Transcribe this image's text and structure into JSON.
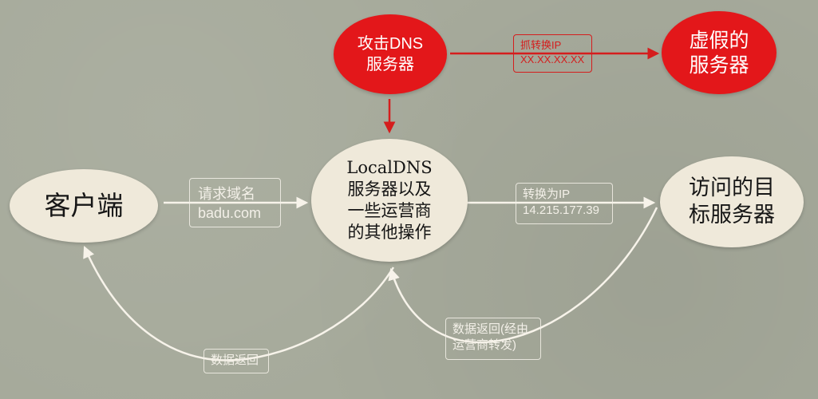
{
  "nodes": {
    "client": {
      "label": "客户端"
    },
    "local_dns": {
      "line1": "LocalDNS",
      "line2": "服务器以及",
      "line3": "一些运营商",
      "line4": "的其他操作"
    },
    "target_server": {
      "line1": "访问的目",
      "line2": "标服务器"
    },
    "attack_dns": {
      "line1": "攻击DNS",
      "line2": "服务器"
    },
    "fake_server": {
      "line1": "虚假的",
      "line2": "服务器"
    }
  },
  "labels": {
    "request_domain": {
      "line1": "请求域名",
      "line2": "badu.com"
    },
    "convert_ip": {
      "line1": "转换为IP",
      "line2": "14.215.177.39"
    },
    "data_return": {
      "line1": "数据返回"
    },
    "data_return_via": {
      "line1": "数据返回(经由",
      "line2": "运营商转发)"
    },
    "hijack_ip": {
      "line1": "抓转换IP",
      "line2": "XX.XX.XX.XX"
    }
  },
  "colors": {
    "background": "#a6aa9b",
    "node_fill": "#efe9da",
    "attack_fill": "#e3171a",
    "white_arrow": "#f7f3ea",
    "red_arrow": "#d51d1d"
  }
}
